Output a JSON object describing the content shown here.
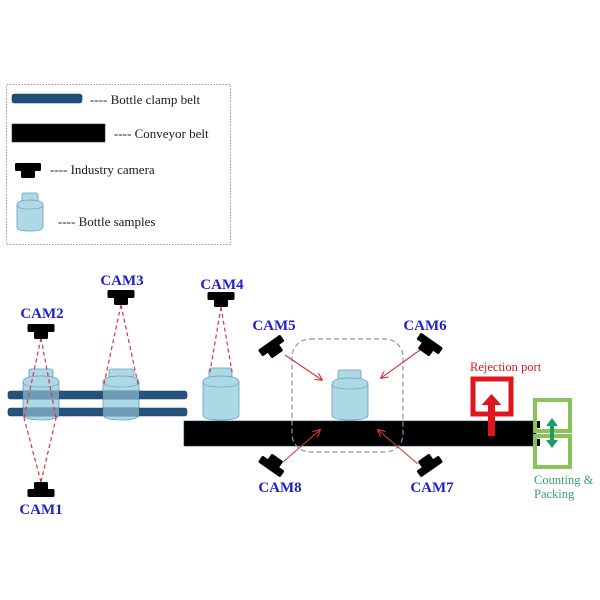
{
  "legend": {
    "items": [
      {
        "icon": "clamp-belt-swatch",
        "label": "---- Bottle clamp belt"
      },
      {
        "icon": "conveyor-belt-swatch",
        "label": "---- Conveyor belt"
      },
      {
        "icon": "camera-icon",
        "label": "---- Industry camera"
      },
      {
        "icon": "bottle-icon",
        "label": "---- Bottle samples"
      }
    ]
  },
  "cameras": {
    "cam1": "CAM1",
    "cam2": "CAM2",
    "cam3": "CAM3",
    "cam4": "CAM4",
    "cam5": "CAM5",
    "cam6": "CAM6",
    "cam7": "CAM7",
    "cam8": "CAM8"
  },
  "stations": {
    "rejection_port": "Rejection port",
    "counting_line1": "Counting &",
    "counting_line2": "Packing"
  },
  "colors": {
    "clamp_belt": "#1f4e79",
    "conveyor_belt": "#000000",
    "camera": "#000000",
    "bottle_fill": "#add8e6",
    "bottle_stroke": "#6a9bb8",
    "camera_label": "#1f1fcc",
    "view_line": "#d9343a",
    "inspection_zone": "#7f98b5",
    "rejection": "#e0161e",
    "counting": "#8cc25a",
    "counting_arrow": "#1f9a62",
    "counting_text": "#3aa06a"
  }
}
